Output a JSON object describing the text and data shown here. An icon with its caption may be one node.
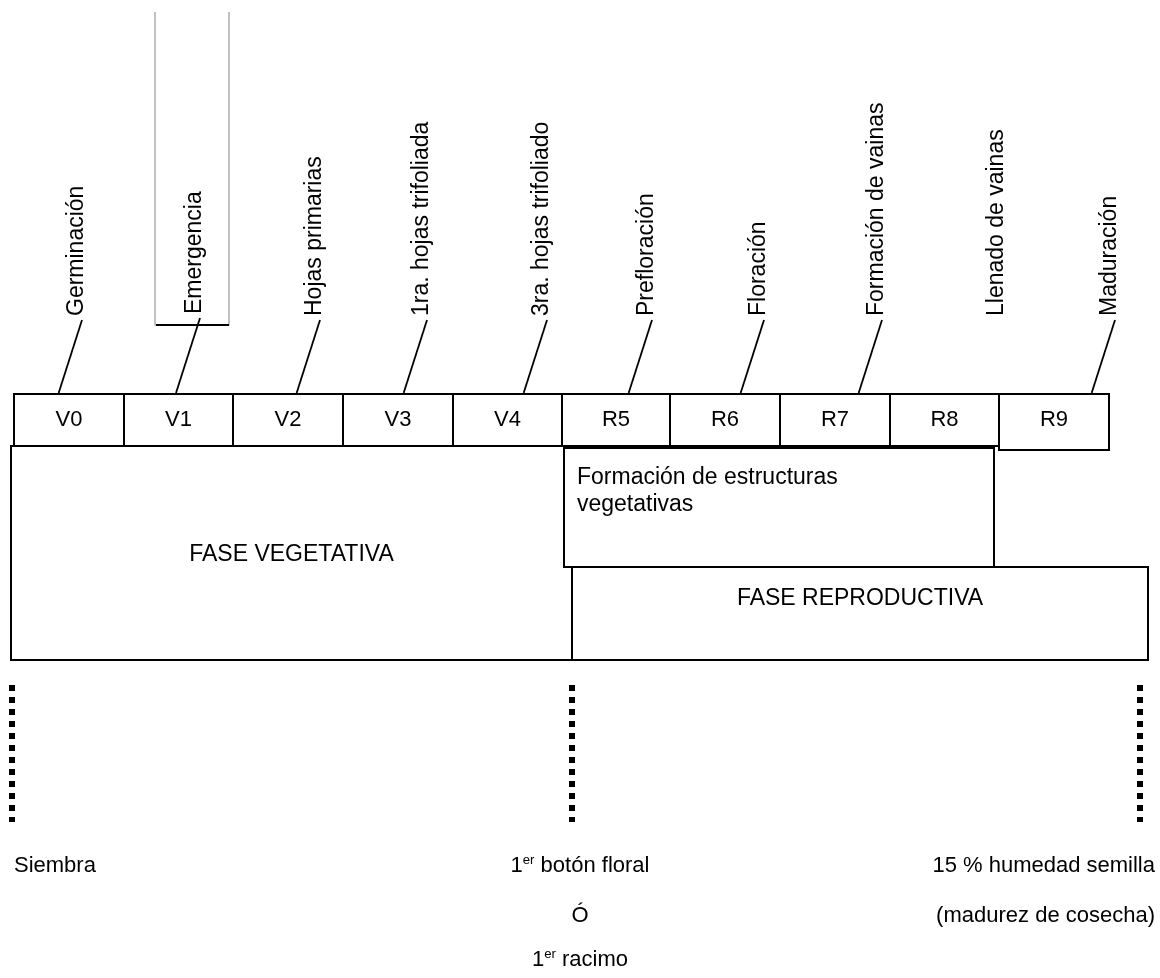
{
  "diagram": {
    "nodes": [
      {
        "text": [
          "Germinación"
        ]
      },
      {
        "text": [
          "Emergencia"
        ]
      },
      {
        "text": [
          "Hojas primarias"
        ]
      },
      {
        "text": [
          "1ra. hojas trifoliada"
        ]
      },
      {
        "text": [
          "3ra. hojas trifoliado"
        ]
      },
      {
        "text": [
          "Prefloración"
        ]
      },
      {
        "text": [
          "Floración"
        ]
      },
      {
        "text": [
          "Formación de vainas"
        ]
      },
      {
        "text": [
          "Maduración"
        ]
      },
      {
        "text": [
          "V0"
        ]
      },
      {
        "text": [
          "V1"
        ]
      },
      {
        "text": [
          "V2"
        ]
      },
      {
        "text": [
          "V3"
        ]
      },
      {
        "text": [
          "V4"
        ]
      },
      {
        "text": [
          "R5"
        ]
      },
      {
        "text": [
          "R6"
        ]
      },
      {
        "text": [
          "R7"
        ]
      },
      {
        "text": [
          "R8"
        ]
      },
      {
        "text": [
          "R9"
        ]
      },
      {
        "text": [
          "FASE VEGETATIVA"
        ]
      },
      {
        "text": [
          "Formación de estructuras vegetativas"
        ]
      },
      {
        "text": [
          "FASE REPRODUCTIVA"
        ]
      }
    ],
    "edges": [
      {
        "from": 0,
        "to": 9,
        "arrow": "none"
      },
      {
        "from": 1,
        "to": 10,
        "arrow": "none"
      },
      {
        "from": 2,
        "to": 11,
        "arrow": "none"
      },
      {
        "from": 3,
        "to": 12,
        "arrow": "none"
      },
      {
        "from": 4,
        "to": 13,
        "arrow": "none"
      },
      {
        "from": 5,
        "to": 14,
        "arrow": "none"
      },
      {
        "from": 6,
        "to": 15,
        "arrow": "none"
      },
      {
        "from": 7,
        "to": 16,
        "arrow": "none"
      },
      {
        "from": 8,
        "to": 18,
        "arrow": "none"
      }
    ],
    "labels": [
      "Llenado de vainas",
      "Siembra",
      "1$^{er}$ botón floral",
      "Ó",
      "1$^{er}$ racimo",
      "15 % humedad semilla",
      "(madurez de cosecha)"
    ]
  }
}
